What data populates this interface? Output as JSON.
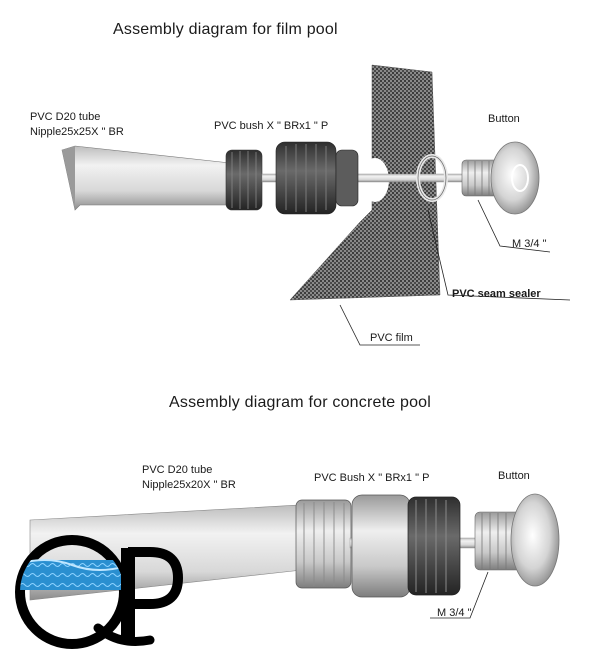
{
  "film": {
    "title": "Assembly diagram for film pool",
    "labels": {
      "tube_line1": "PVC D20 tube",
      "tube_line2": "Nipple25x25X \" BR",
      "bush": "PVC bush X \" BRx1 \" P",
      "button": "Button",
      "thread": "M 3/4 \"",
      "sealer": "PVC seam sealer",
      "film": "PVC film"
    }
  },
  "concrete": {
    "title": "Assembly diagram for concrete pool",
    "labels": {
      "tube_line1": "PVC D20 tube",
      "tube_line2": "Nipple25x20X \" BR",
      "bush": "PVC Bush X \" BRx1 \" P",
      "button": "Button",
      "thread": "M 3/4 \""
    }
  },
  "logo": {
    "text": "QP"
  },
  "colors": {
    "metal_light": "#e6e6e6",
    "metal_dark": "#4a4a4a",
    "mesh": "#5a5a5a",
    "logo_water": "#2a8fd0"
  }
}
